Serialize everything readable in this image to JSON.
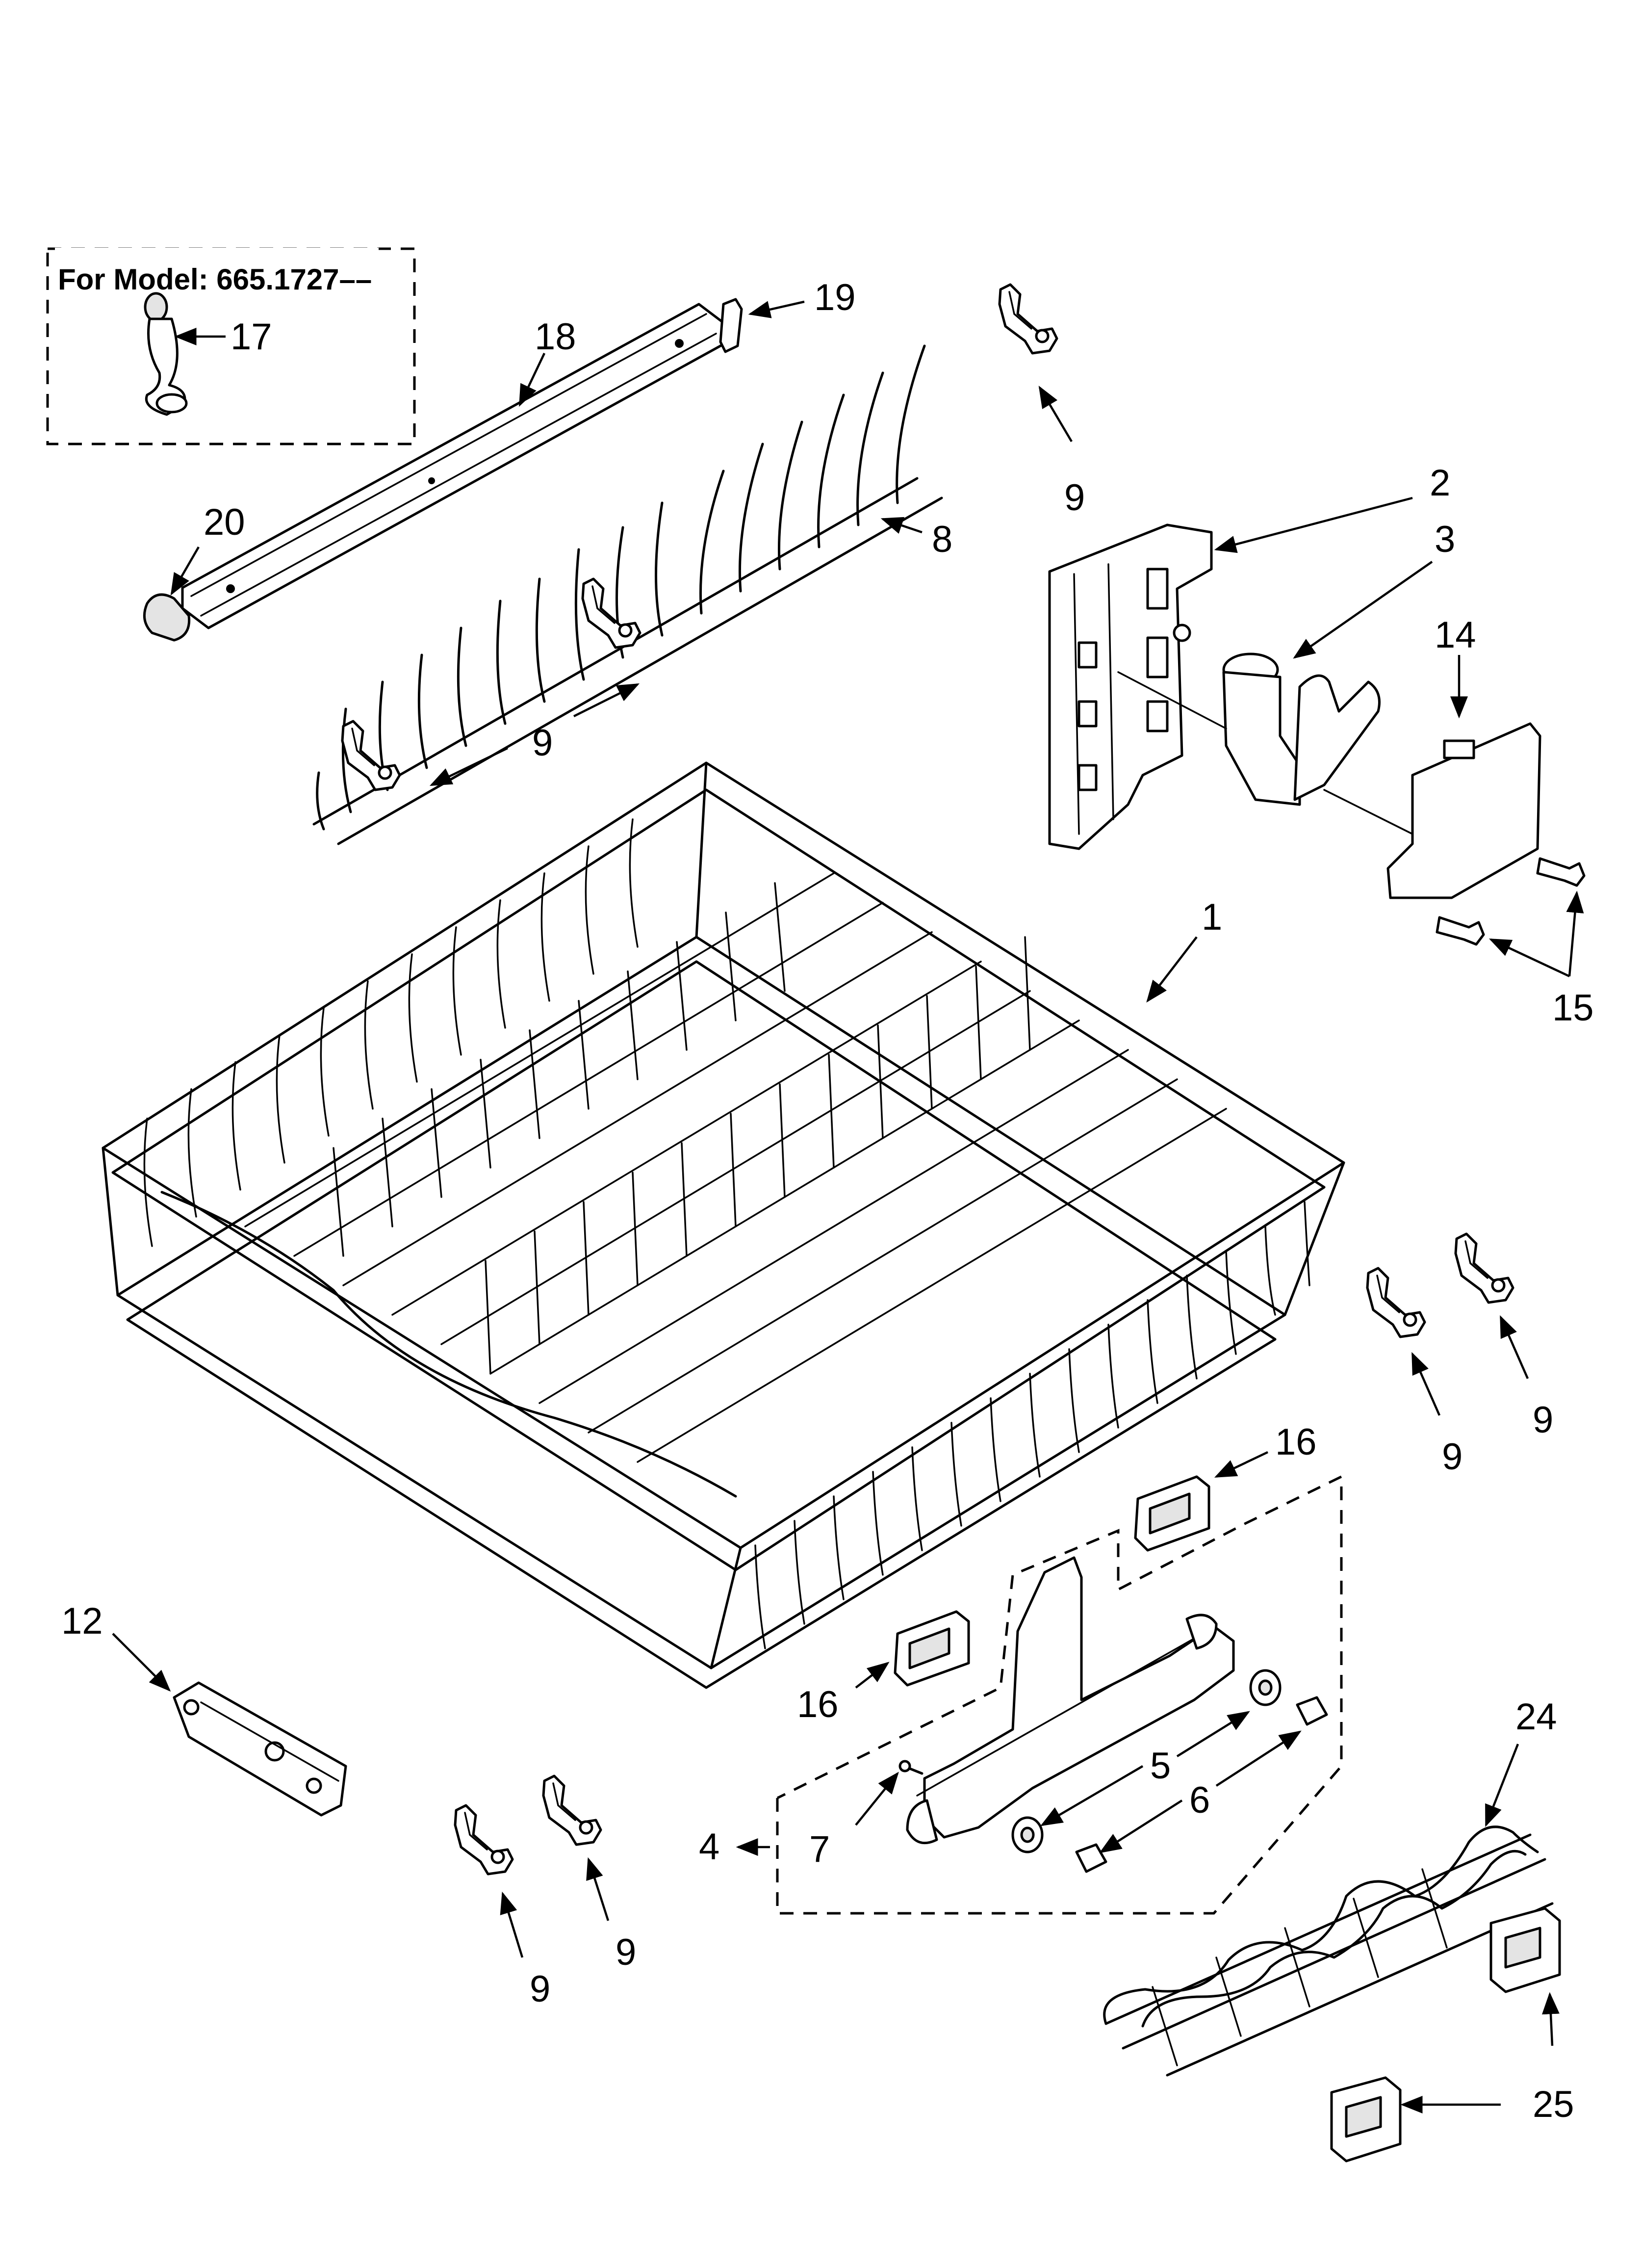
{
  "model_note": "For Model: 665.1727––",
  "callouts": {
    "c1": "1",
    "c2": "2",
    "c3": "3",
    "c4": "4",
    "c5": "5",
    "c6": "6",
    "c7": "7",
    "c8": "8",
    "c12": "12",
    "c14": "14",
    "c15": "15",
    "c16a": "16",
    "c16b": "16",
    "c17": "17",
    "c18": "18",
    "c19": "19",
    "c20": "20",
    "c24": "24",
    "c25": "25",
    "c9a": "9",
    "c9b": "9",
    "c9c": "9",
    "c9d": "9",
    "c9e": "9",
    "c9f": "9",
    "c9g": "9"
  },
  "icons": {
    "arrow": "arrow-icon",
    "clip": "clip-icon"
  }
}
